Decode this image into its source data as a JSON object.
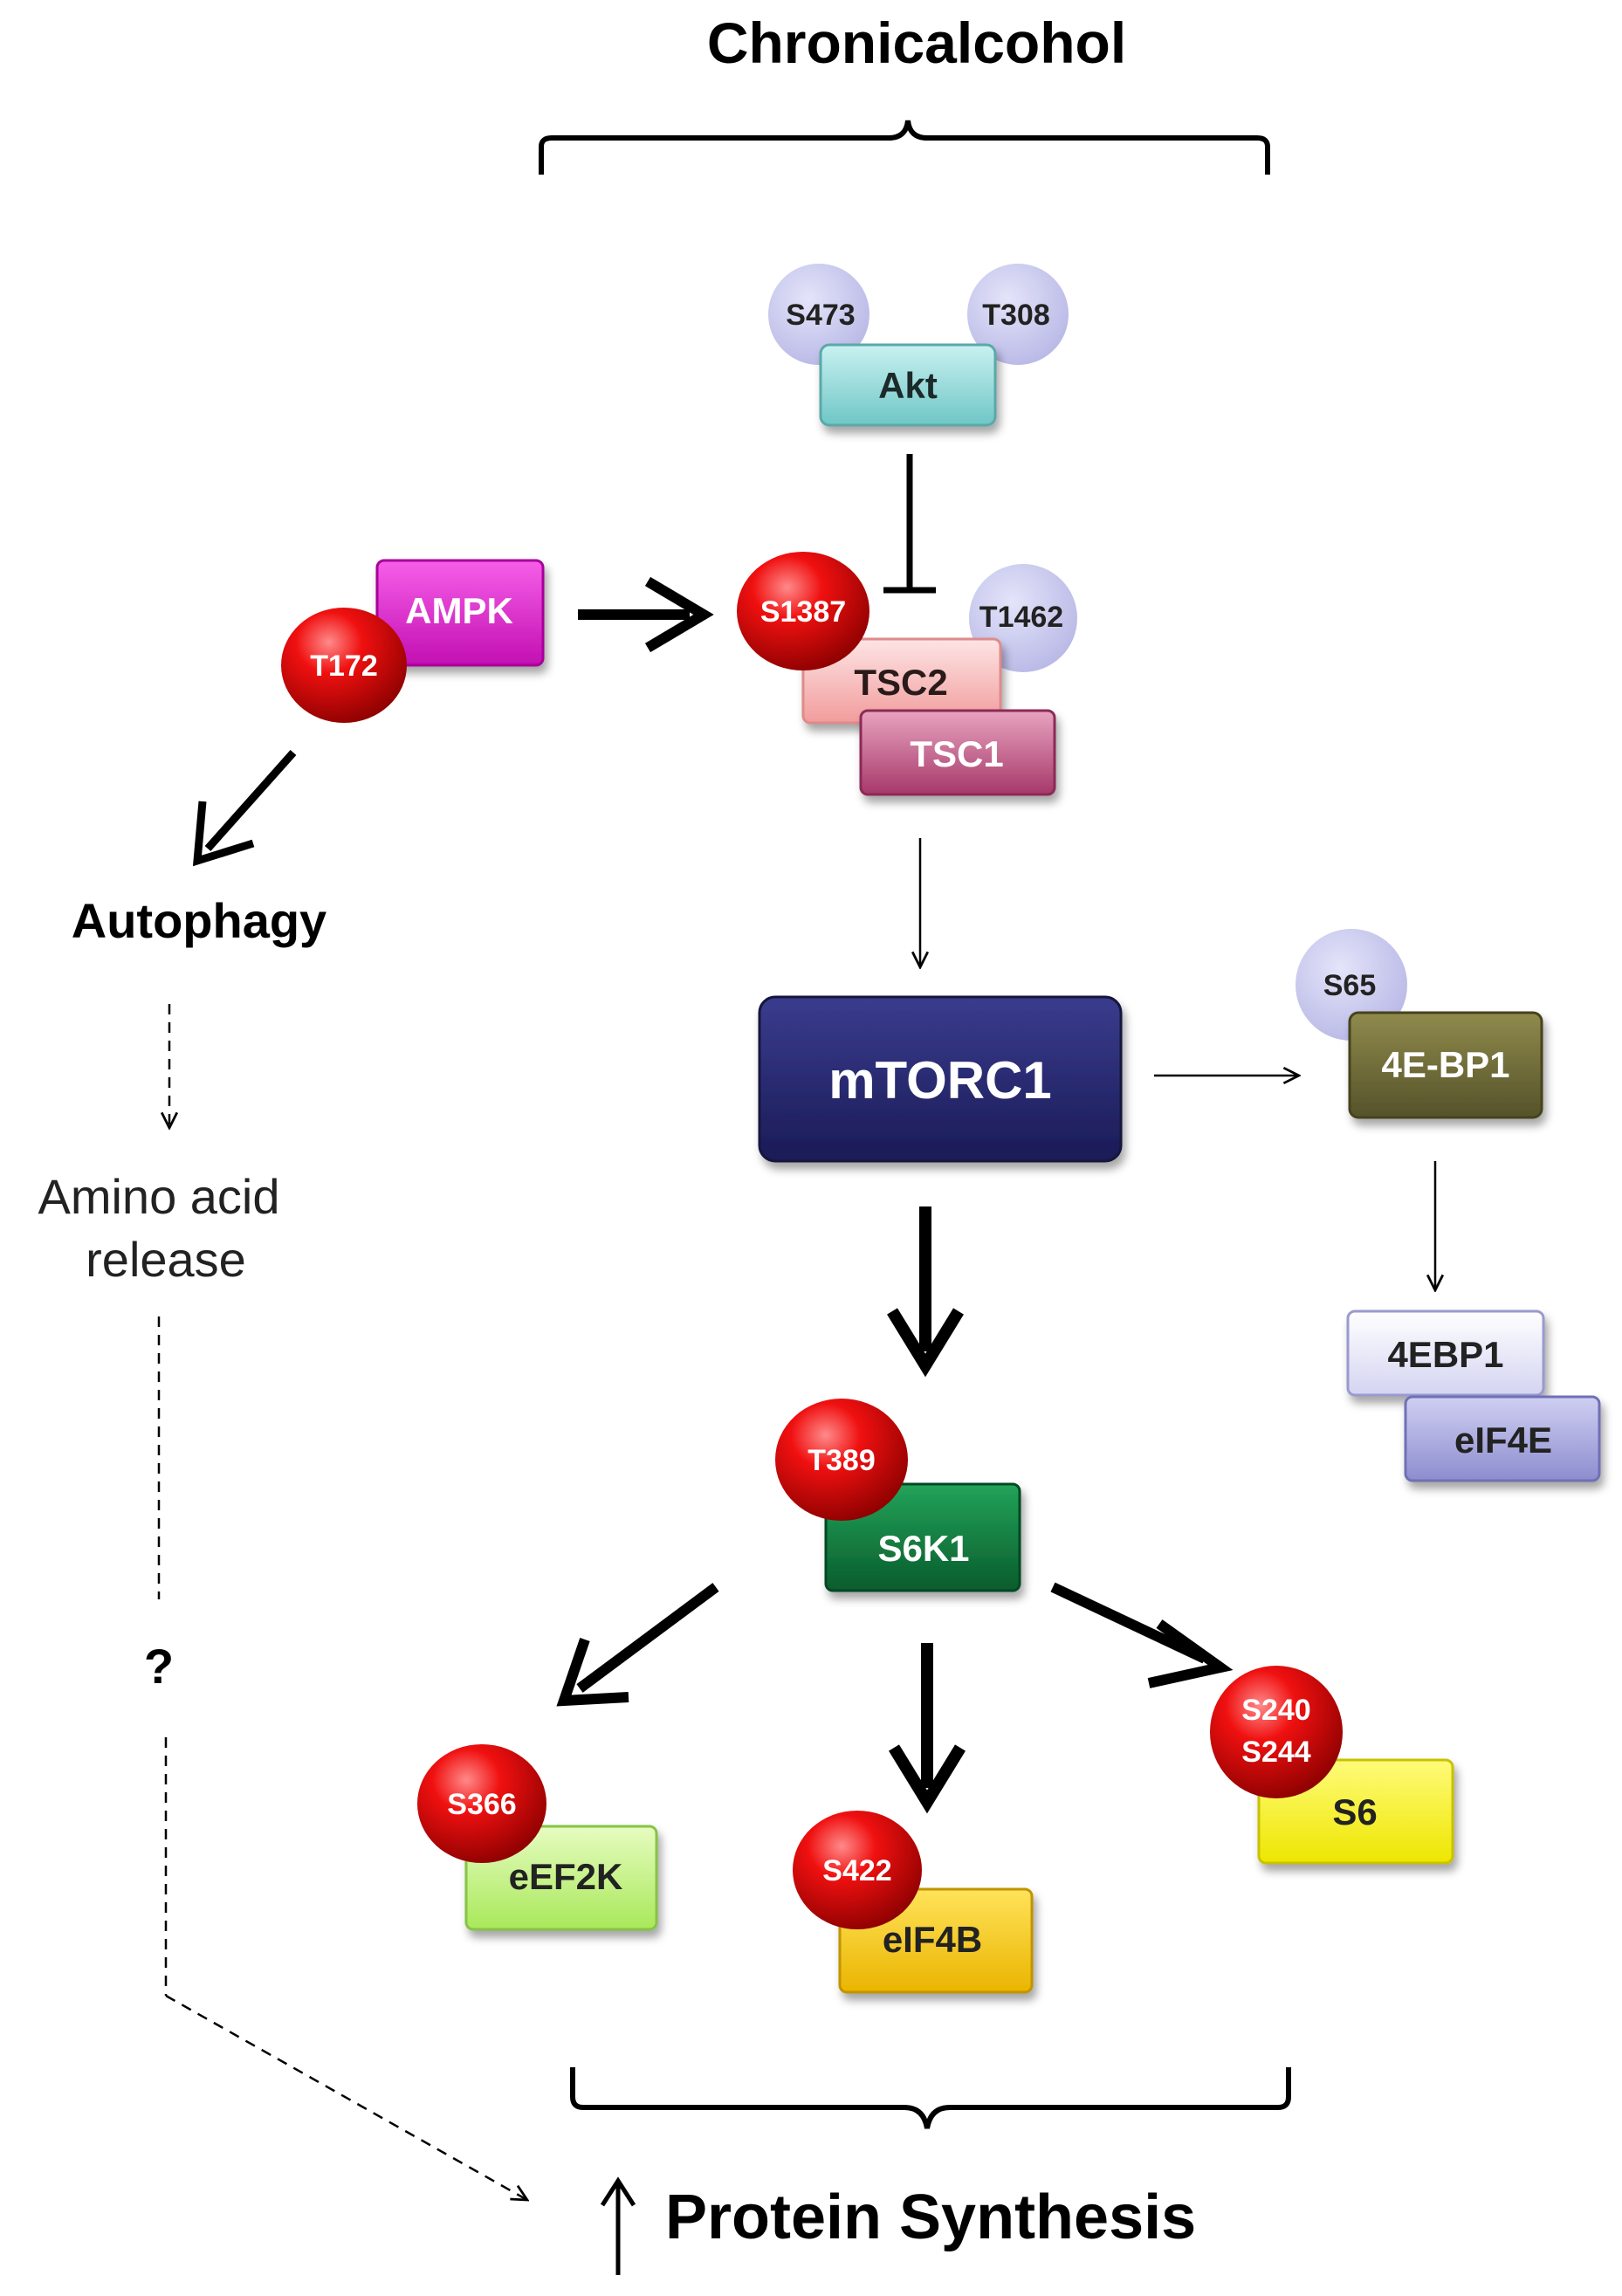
{
  "title": "Chronicalcohol",
  "outcome": {
    "arrow": "↑",
    "label": "Protein Synthesis"
  },
  "side": {
    "autophagy": "Autophagy",
    "amino_line1": "Amino acid",
    "amino_line2": "release",
    "question": "?"
  },
  "proteins": {
    "akt": "Akt",
    "ampk": "AMPK",
    "tsc2": "TSC2",
    "tsc1": "TSC1",
    "mtorc1": "mTORC1",
    "fourebp1_phospho": "4E-BP1",
    "fourebp1": "4EBP1",
    "eif4e": "eIF4E",
    "s6k1": "S6K1",
    "eef2k": "eEF2K",
    "eif4b": "eIF4B",
    "s6": "S6"
  },
  "sites": {
    "akt_s473": "S473",
    "akt_t308": "T308",
    "ampk_t172": "T172",
    "tsc2_s1387": "S1387",
    "tsc2_t1462": "T1462",
    "fourebp1_s65": "S65",
    "s6k1_t389": "T389",
    "eef2k_s366": "S366",
    "eif4b_s422": "S422",
    "s6_s240": "S240",
    "s6_s244": "S244"
  },
  "colors": {
    "phospho_site": "#e00000",
    "neutral_site": "#c9c9ee",
    "akt": "#8fd3d3",
    "ampk": "#e21fd0",
    "tsc2": "#f7b9b9",
    "tsc1": "#c95a85",
    "mtorc1": "#26286e",
    "fourebp1_phospho": "#6e6a36",
    "fourebp1": "#e4e4f8",
    "eif4e": "#a7a7dc",
    "s6k1": "#0f7a3c",
    "eef2k": "#c8f584",
    "eif4b": "#f6c800",
    "s6": "#f7f21a"
  }
}
